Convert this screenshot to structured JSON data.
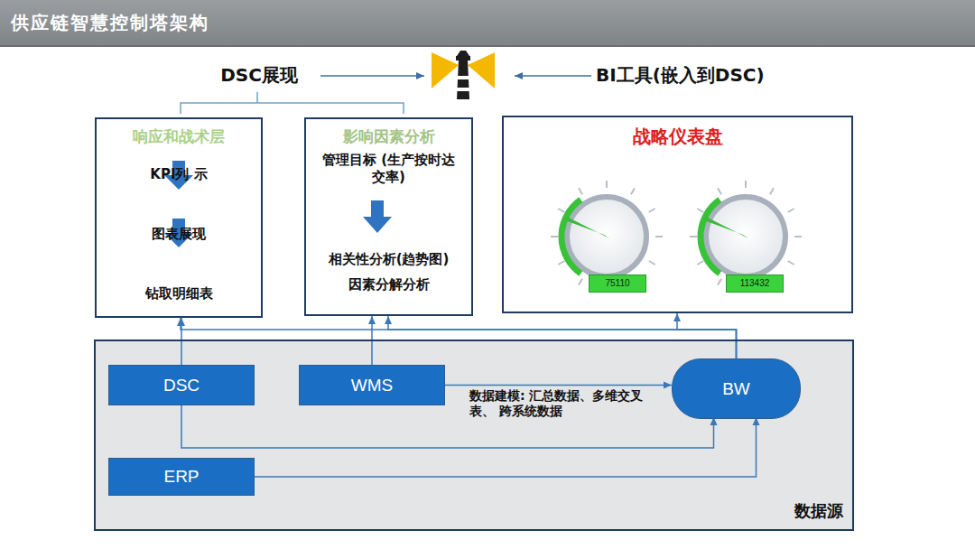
{
  "diagram": {
    "title": "供应链智慧控制塔架构",
    "nodes": [
      {
        "text": [
          "响应和战术层",
          "KPI列 示",
          "图表展现",
          "钻取明细表"
        ]
      },
      {
        "text": [
          "影响因素分析",
          "管理目标 (生产按时达交率)",
          "相关性分析(趋势图)",
          "因素分解分析"
        ]
      },
      {
        "text": [
          "战略仪表盘",
          "75110",
          "113432"
        ]
      },
      {
        "text": [
          "数据源"
        ]
      },
      {
        "text": [
          "DSC"
        ],
        "in": 3
      },
      {
        "text": [
          "WMS"
        ],
        "in": 3
      },
      {
        "text": [
          "BW"
        ],
        "in": 3
      },
      {
        "text": [
          "ERP"
        ],
        "in": 3
      }
    ],
    "edges": [
      {
        "from": 4,
        "to": 0,
        "arrow": "to"
      },
      {
        "from": 5,
        "to": 1,
        "arrow": "to"
      },
      {
        "from": 6,
        "to": 0,
        "arrow": "to"
      },
      {
        "from": 6,
        "to": 1,
        "arrow": "to"
      },
      {
        "from": 6,
        "to": 2,
        "arrow": "to"
      },
      {
        "from": 5,
        "to": 6,
        "arrow": "to"
      },
      {
        "from": 4,
        "to": 6,
        "arrow": "to"
      },
      {
        "from": 7,
        "to": 6,
        "arrow": "to"
      }
    ],
    "labels": [
      "DSC展现",
      "BI工具(嵌入到DSC)",
      "数据建模: 汇总数据、多维交叉表、 跨系统数据"
    ]
  }
}
